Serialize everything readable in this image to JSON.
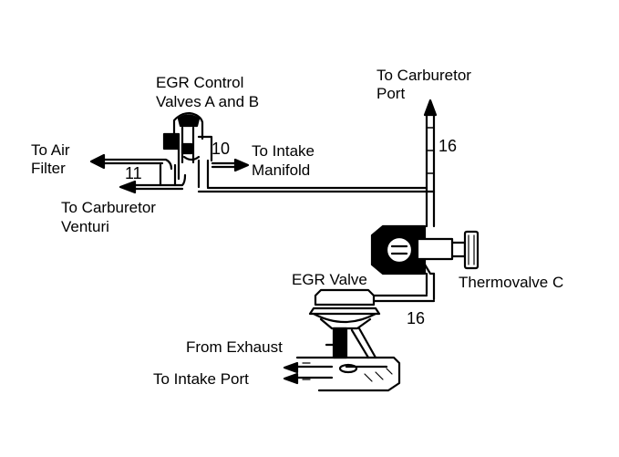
{
  "labels": {
    "egr_control_line1": "EGR Control",
    "egr_control_line2": "Valves A and B",
    "to_carburetor_port_line1": "To Carburetor",
    "to_carburetor_port_line2": "Port",
    "to_air_filter_line1": "To Air",
    "to_air_filter_line2": "Filter",
    "to_intake_manifold_line1": "To Intake",
    "to_intake_manifold_line2": "Manifold",
    "to_carburetor_venturi_line1": "To Carburetor",
    "to_carburetor_venturi_line2": "Venturi",
    "thermovalve_c": "Thermovalve C",
    "egr_valve": "EGR Valve",
    "from_exhaust": "From Exhaust",
    "to_intake_port": "To Intake Port"
  },
  "hose_numbers": {
    "hose_10": "10",
    "hose_11": "11",
    "hose_16_upper": "16",
    "hose_16_lower": "16"
  }
}
